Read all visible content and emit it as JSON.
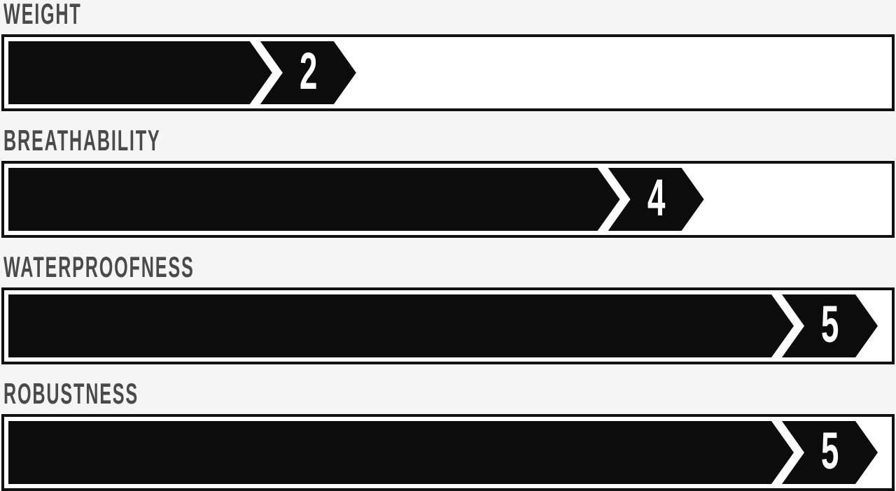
{
  "colors": {
    "background": "#f5f5f5",
    "bar_fill": "#0c0c0c",
    "track_background": "#ffffff",
    "track_border": "#111111",
    "label_text": "#4a4a4a",
    "value_text": "#ffffff"
  },
  "bars": [
    {
      "label": "WEIGHT",
      "value": 2,
      "max": 5,
      "value_display": "2"
    },
    {
      "label": "BREATHABILITY",
      "value": 4,
      "max": 5,
      "value_display": "4"
    },
    {
      "label": "WATERPROOFNESS",
      "value": 5,
      "max": 5,
      "value_display": "5"
    },
    {
      "label": "ROBUSTNESS",
      "value": 5,
      "max": 5,
      "value_display": "5"
    }
  ],
  "chart_data": {
    "type": "bar",
    "orientation": "horizontal",
    "categories": [
      "WEIGHT",
      "BREATHABILITY",
      "WATERPROOFNESS",
      "ROBUSTNESS"
    ],
    "values": [
      2,
      4,
      5,
      5
    ],
    "value_range": [
      0,
      5
    ],
    "data_labels": [
      "2",
      "4",
      "5",
      "5"
    ],
    "title": "",
    "xlabel": "",
    "ylabel": "",
    "grid": false,
    "legend": false,
    "style": "black chevron-arrow progress bars on white outlined tracks, rating badge at bar tip"
  }
}
